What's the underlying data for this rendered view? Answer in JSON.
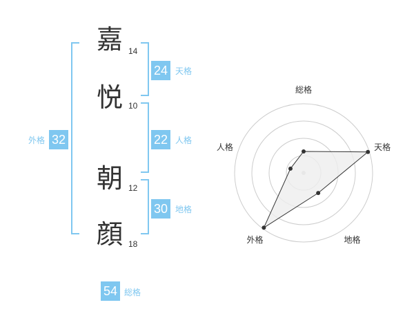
{
  "name": {
    "chars": [
      {
        "char": "嘉",
        "strokes": "14"
      },
      {
        "char": "悦",
        "strokes": "10"
      },
      {
        "char": "朝",
        "strokes": "12"
      },
      {
        "char": "顔",
        "strokes": "18"
      }
    ]
  },
  "kaku": {
    "tenkaku": {
      "value": "24",
      "label": "天格"
    },
    "jinkaku": {
      "value": "22",
      "label": "人格"
    },
    "chikaku": {
      "value": "30",
      "label": "地格"
    },
    "gaikaku": {
      "value": "32",
      "label": "外格"
    },
    "soukaku": {
      "value": "54",
      "label": "総格"
    }
  },
  "colors": {
    "accent": "#7fc7f0",
    "text": "#333333",
    "grid": "#cccccc",
    "fill": "#eeeeee"
  },
  "chart_data": {
    "type": "radar",
    "axes": [
      "総格",
      "天格",
      "地格",
      "外格",
      "人格"
    ],
    "values": [
      0.31,
      0.98,
      0.36,
      0.98,
      0.2
    ],
    "range": [
      0,
      1
    ],
    "rings": 4,
    "legend": "none"
  }
}
